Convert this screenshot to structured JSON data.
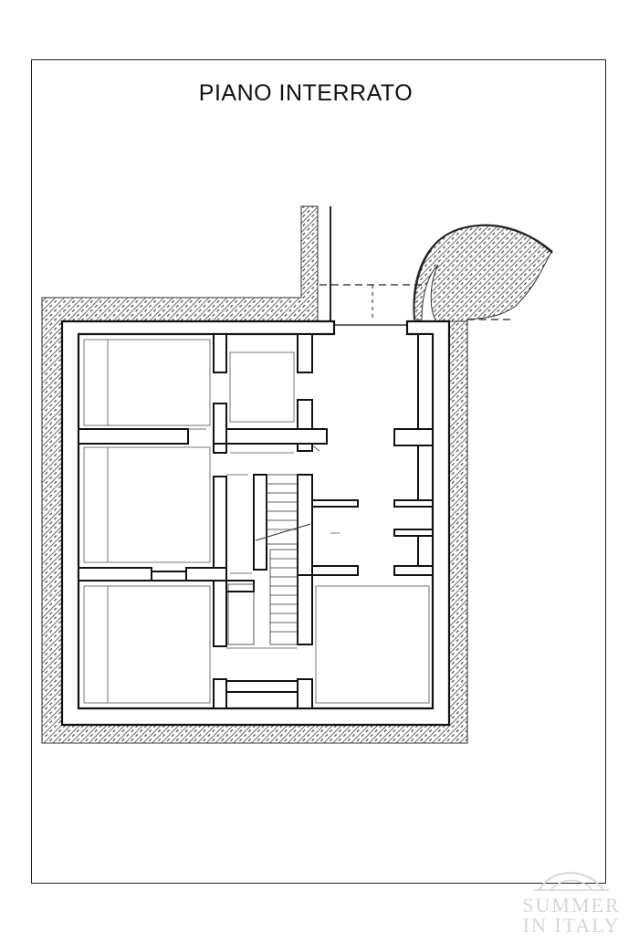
{
  "drawing": {
    "title": "PIANO INTERRATO"
  },
  "watermark": {
    "line1": "SUMMER",
    "line2": "IN ITALY"
  },
  "colors": {
    "ink": "#222222",
    "hatch": "#555555",
    "watermark": "#d6d6d6"
  }
}
